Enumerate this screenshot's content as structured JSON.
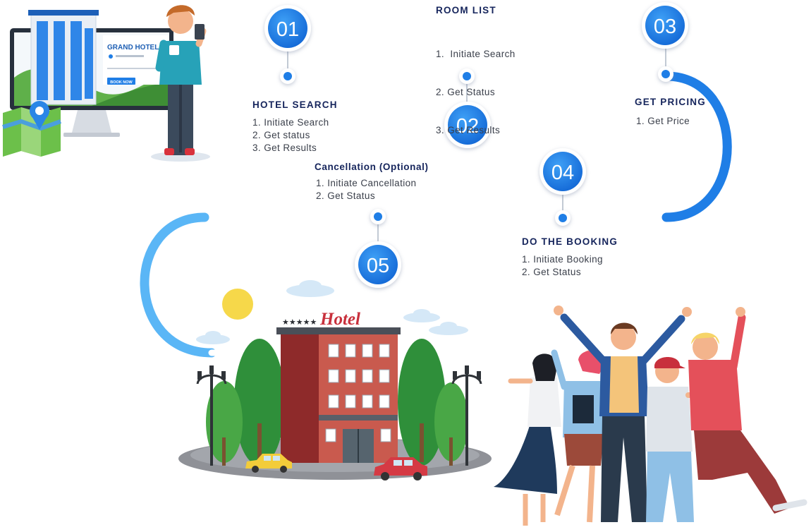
{
  "illustrations": {
    "screen_brand": "GRAND HOTEL",
    "screen_button": "BOOK NOW",
    "sign_stars": "★★★★★",
    "sign_text": "Hotel"
  },
  "steps": [
    {
      "badge": "01",
      "title": "HOTEL SEARCH",
      "items": [
        "1. Initiate Search",
        "2. Get status",
        "3. Get Results"
      ]
    },
    {
      "badge": "02",
      "title": "ROOM LIST",
      "items": [
        "1.  Initiate Search",
        "2. Get Status",
        "3. Get Results"
      ]
    },
    {
      "badge": "03",
      "title": "GET PRICING",
      "items": [
        "1. Get Price"
      ]
    },
    {
      "badge": "04",
      "title": "DO THE BOOKING",
      "items": [
        "1. Initiate Booking",
        "2. Get Status"
      ]
    },
    {
      "badge": "05",
      "title": "Cancellation (Optional)",
      "items": [
        "1. Initiate Cancellation",
        "2. Get Status"
      ]
    }
  ],
  "colors": {
    "path": "#2a86e6",
    "path_light": "#58b4f5",
    "badge": "#1f7ee6",
    "title": "#16255c",
    "text": "#3a3f4a"
  }
}
